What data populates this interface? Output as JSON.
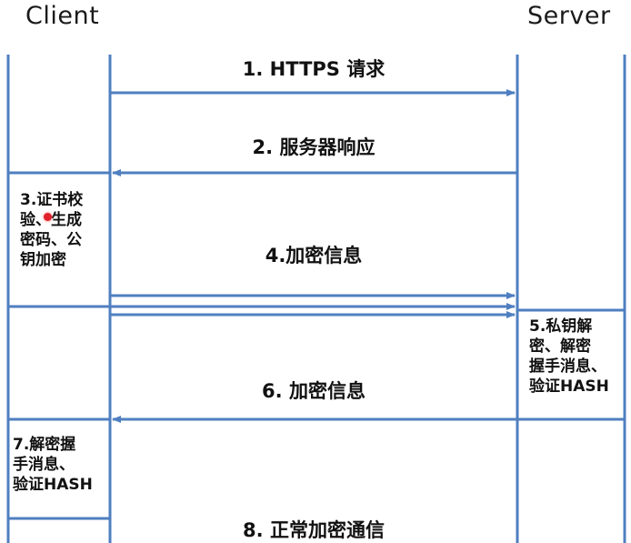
{
  "lanes": {
    "client": "Client",
    "server": "Server"
  },
  "messages": {
    "m1": "1. HTTPS 请求",
    "m2": "2. 服务器响应",
    "m4": "4.加密信息",
    "m6": "6. 加密信息",
    "m8": "8. 正常加密通信"
  },
  "notes": {
    "n3": [
      "3.证书校",
      "验、生成",
      "密码、公",
      "钥加密"
    ],
    "n5": [
      "5.私钥解",
      "密、解密",
      "握手消息、",
      "验证HASH"
    ],
    "n7": [
      "7.解密握",
      "手消息、",
      "验证HASH"
    ]
  },
  "colors": {
    "line": "#4f7fc0",
    "text": "#111111",
    "cursor": "#e0202a"
  }
}
